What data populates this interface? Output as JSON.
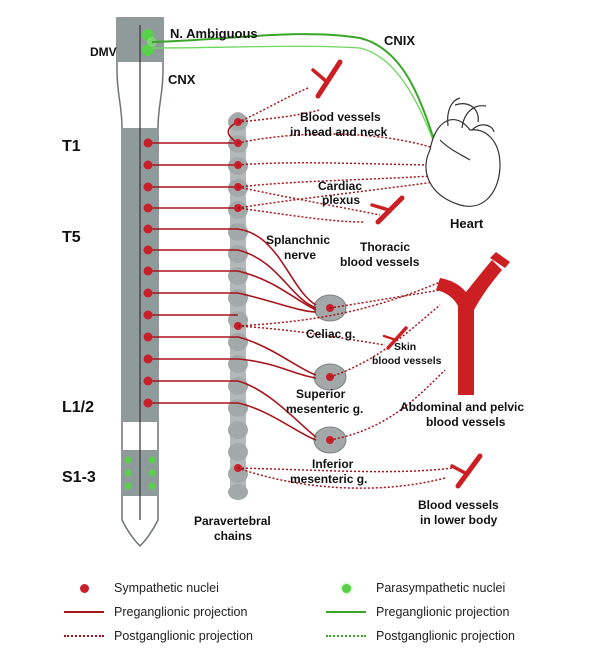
{
  "labels": {
    "dmv": "DMV",
    "n_ambiguous": "N. Ambiguous",
    "cnx": "CNX",
    "cnix": "CNIX",
    "t1": "T1",
    "t5": "T5",
    "l12": "L1/2",
    "s13": "S1-3",
    "vessels_head_1": "Blood vessels",
    "vessels_head_2": "in head and neck",
    "cardiac_1": "Cardiac",
    "cardiac_2": "plexus",
    "heart": "Heart",
    "splanchnic_1": "Splanchnic",
    "splanchnic_2": "nerve",
    "thoracic_1": "Thoracic",
    "thoracic_2": "blood vessels",
    "celiac": "Celiac g.",
    "skin_1": "Skin",
    "skin_2": "blood vessels",
    "superior_1": "Superior",
    "superior_2": "mesenteric g.",
    "abdominal_1": "Abdominal and pelvic",
    "abdominal_2": "blood vessels",
    "inferior_1": "Inferior",
    "inferior_2": "mesenteric g.",
    "lower_1": "Blood vessels",
    "lower_2": "in lower body",
    "paravertebral_1": "Paravertebral",
    "paravertebral_2": "chains"
  },
  "legend": {
    "sympathetic_nuclei": "Sympathetic nuclei",
    "sym_preganglionic": "Preganglionic projection",
    "sym_postganglionic": "Postganglionic projection",
    "parasympathetic_nuclei": "Parasympathetic nuclei",
    "para_preganglionic": "Preganglionic projection",
    "para_postganglionic": "Postganglionic projection"
  },
  "colors": {
    "sympathetic": "#c8202a",
    "sympathetic_line": "#a8141c",
    "parasympathetic": "#59d04a",
    "parasympathetic_line": "#3aa629",
    "cord_gray": "#8f9a9a",
    "chain_gray": "#b3b8b8"
  }
}
